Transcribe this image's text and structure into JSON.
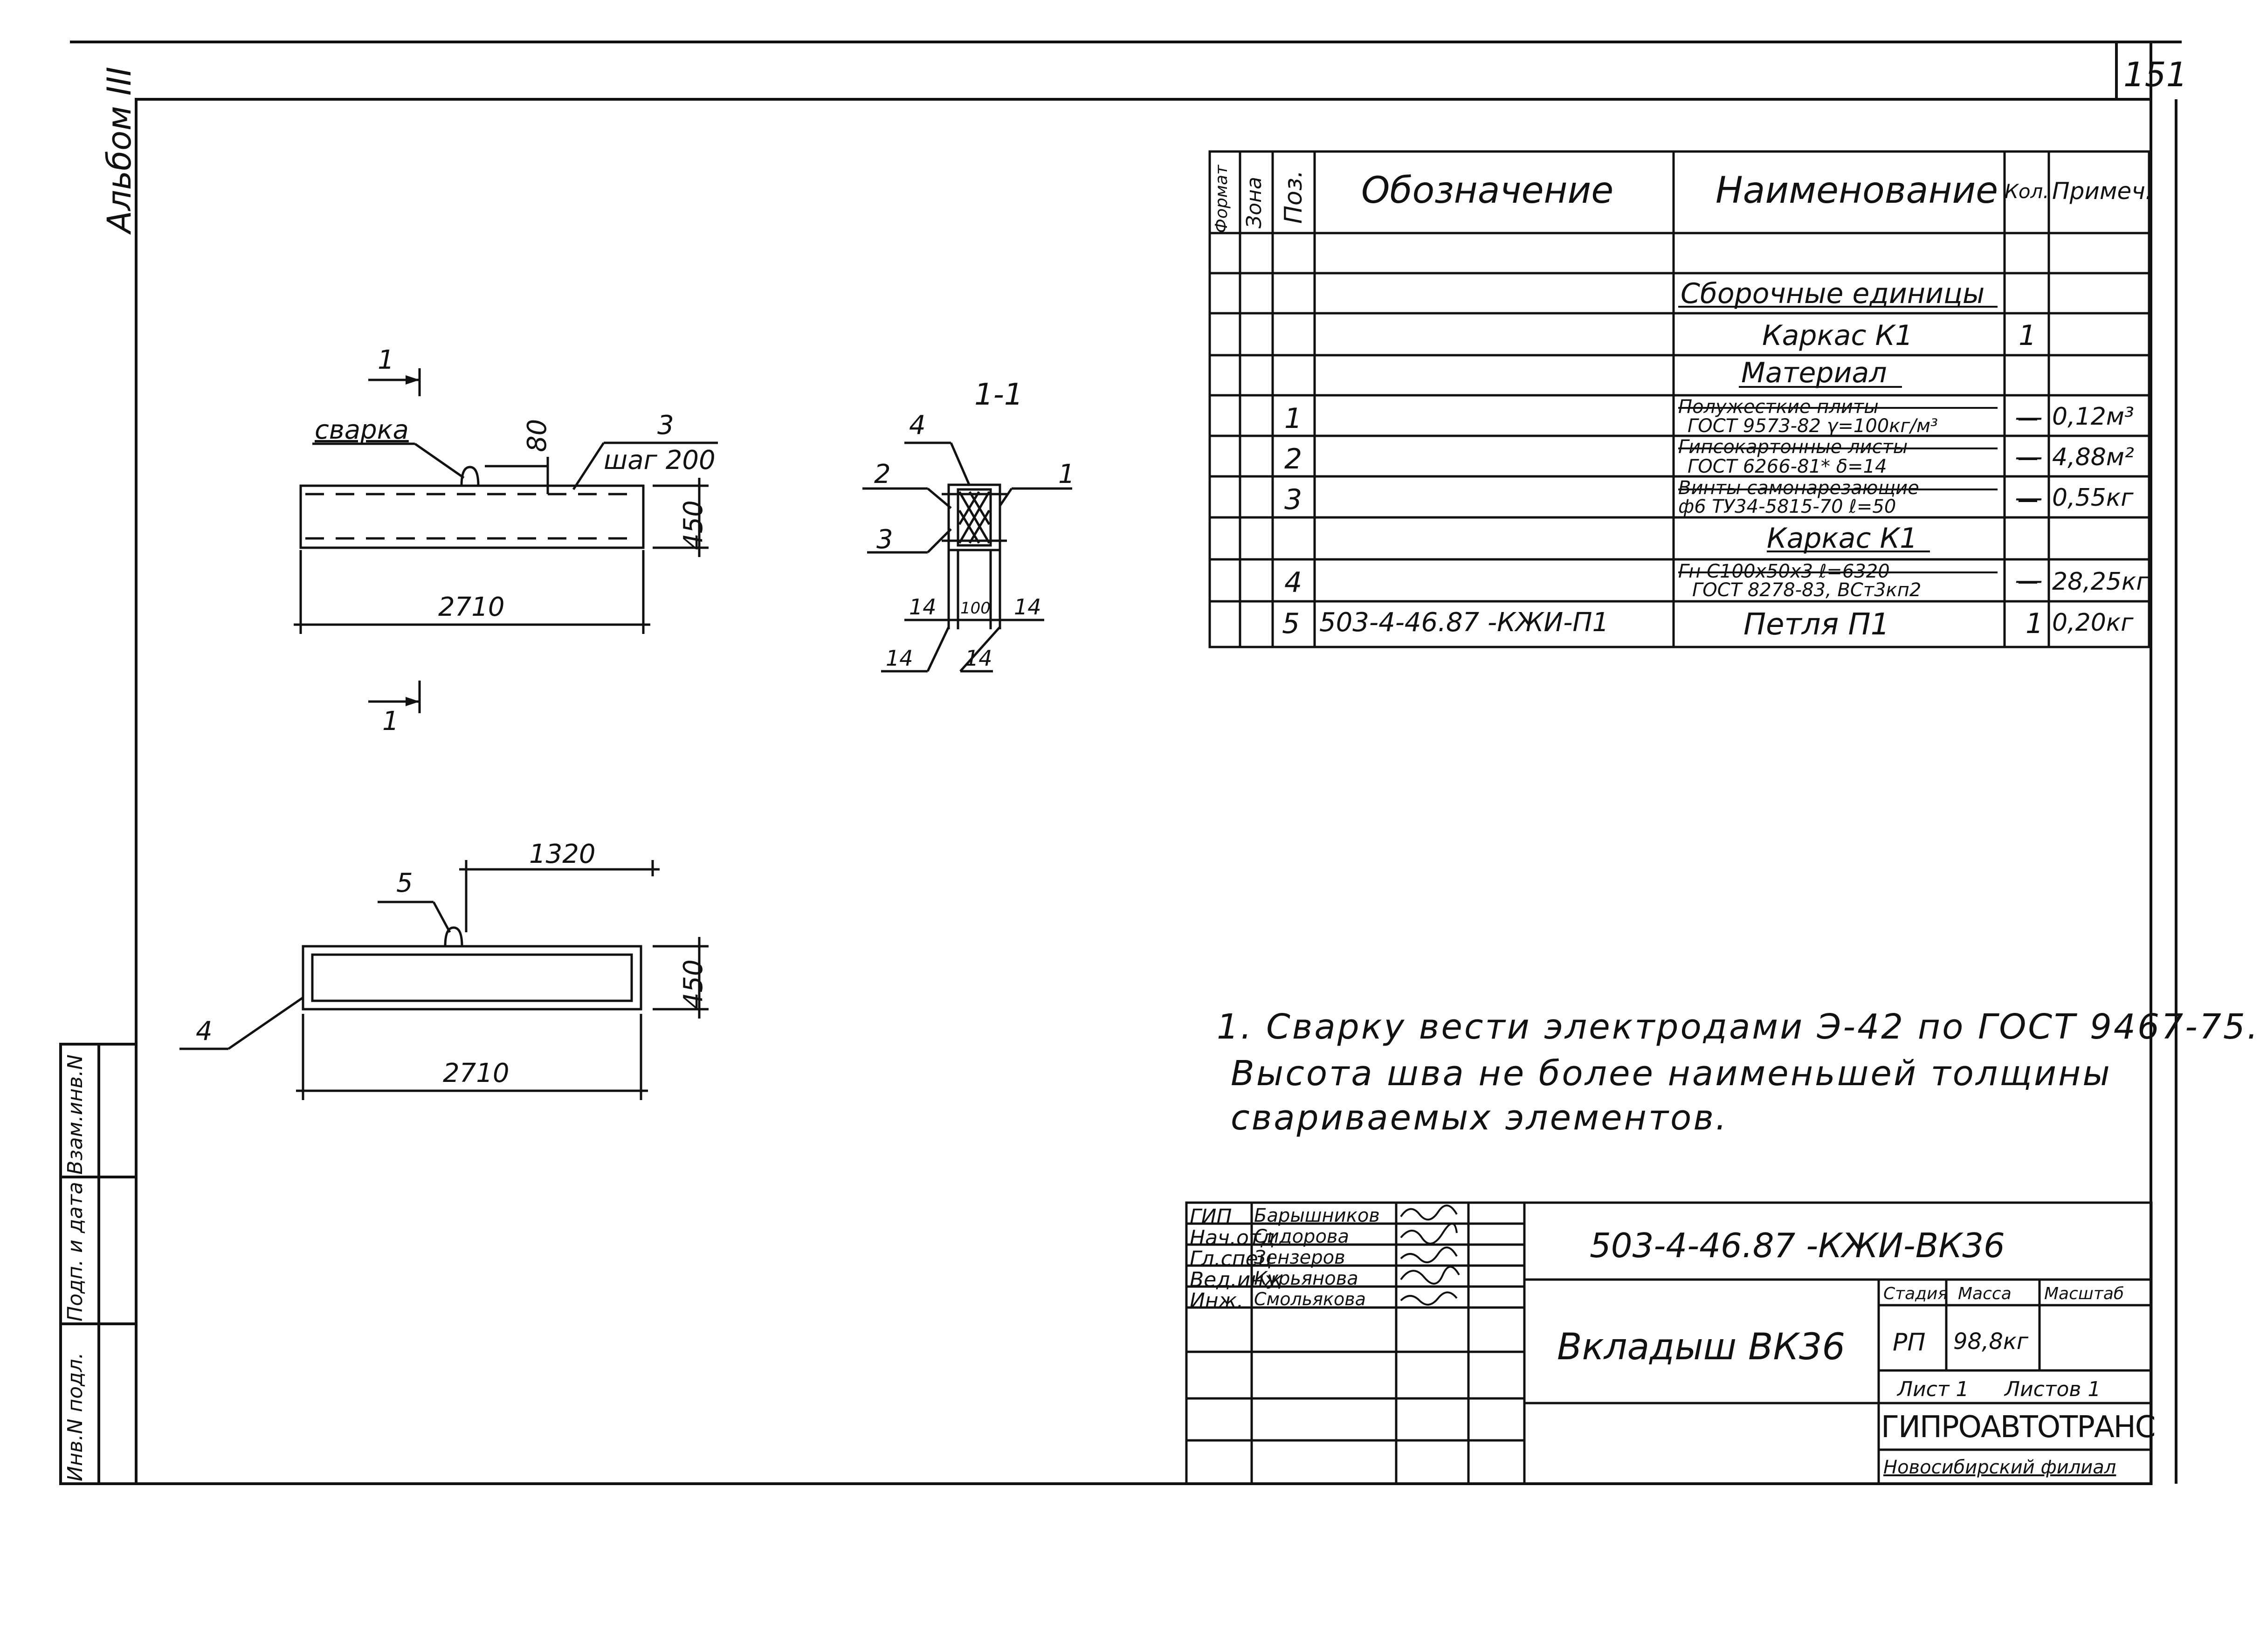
{
  "sheet_number": "151",
  "album_label": "Альбом III",
  "left_stamp": [
    "Инв.N подл.",
    "Подп. и дата",
    "Взам.инв.N"
  ],
  "spec_table": {
    "headers": [
      "Формат",
      "Зона",
      "Поз.",
      "Обозначение",
      "Наименование",
      "Кол.",
      "Примеч."
    ],
    "section_assembly": "Сборочные единицы",
    "frame_k1_a": "Каркас К1",
    "frame_k1_a_qty": "1",
    "section_material": "Материал",
    "rows": [
      {
        "pos": "1",
        "name_l1": "Полужесткие плиты",
        "name_l2": "ГОСТ 9573-82 γ=100кг/м³",
        "qty": "—",
        "note": "0,12м³"
      },
      {
        "pos": "2",
        "name_l1": "Гипсокартонные листы",
        "name_l2": "ГОСТ 6266-81* δ=14",
        "qty": "—",
        "note": "4,88м²"
      },
      {
        "pos": "3",
        "name_l1": "Винты самонарезающие",
        "name_l2": "ф6 ТУ34-5815-70 ℓ=50",
        "qty": "—",
        "note": "0,55кг"
      }
    ],
    "frame_k1_b": "Каркас К1",
    "row4": {
      "pos": "4",
      "name_l1": "Гн С100х50х3 ℓ=6320",
      "name_l2": "ГОСТ 8278-83, ВСт3кп2",
      "qty": "—",
      "note": "28,25кг"
    },
    "row5": {
      "pos": "5",
      "designation": "503-4-46.87 -КЖИ-П1",
      "name": "Петля П1",
      "qty": "1",
      "note": "0,20кг"
    }
  },
  "view_top": {
    "section_mark": "1",
    "weld_label": "сварка",
    "dim_80": "80",
    "leader_3": "3",
    "step_label": "шаг 200",
    "dim_height": "450",
    "dim_length": "2710"
  },
  "section_view": {
    "title": "1-1",
    "leaders": [
      "4",
      "2",
      "3",
      "1"
    ],
    "dims": [
      "14",
      "100",
      "14",
      "14",
      "14"
    ]
  },
  "view_bottom": {
    "dim_1320": "1320",
    "leader_5": "5",
    "leader_4": "4",
    "dim_height": "450",
    "dim_length": "2710"
  },
  "notes": {
    "line1": "1. Сварку вести электродами Э-42 по ГОСТ 9467-75.",
    "line2": "Высота шва не более наименьшей толщины",
    "line3": "свариваемых элементов."
  },
  "title_block": {
    "roles": [
      "ГИП",
      "Нач.отд",
      "Гл.спец",
      "Вед.инж",
      "Инж."
    ],
    "names": [
      "Барышников",
      "Сидорова",
      "Зензеров",
      "Курьянова",
      "Смольякова"
    ],
    "doc_code": "503-4-46.87 -КЖИ-ВК36",
    "doc_title": "Вкладыш ВК36",
    "col_stage": "Стадия",
    "col_mass": "Масса",
    "col_scale": "Масштаб",
    "stage": "РП",
    "mass": "98,8кг",
    "sheet": "Лист 1",
    "sheets": "Листов 1",
    "org": "ГИПРОАВТОТРАНС",
    "branch": "Новосибирский филиал"
  }
}
